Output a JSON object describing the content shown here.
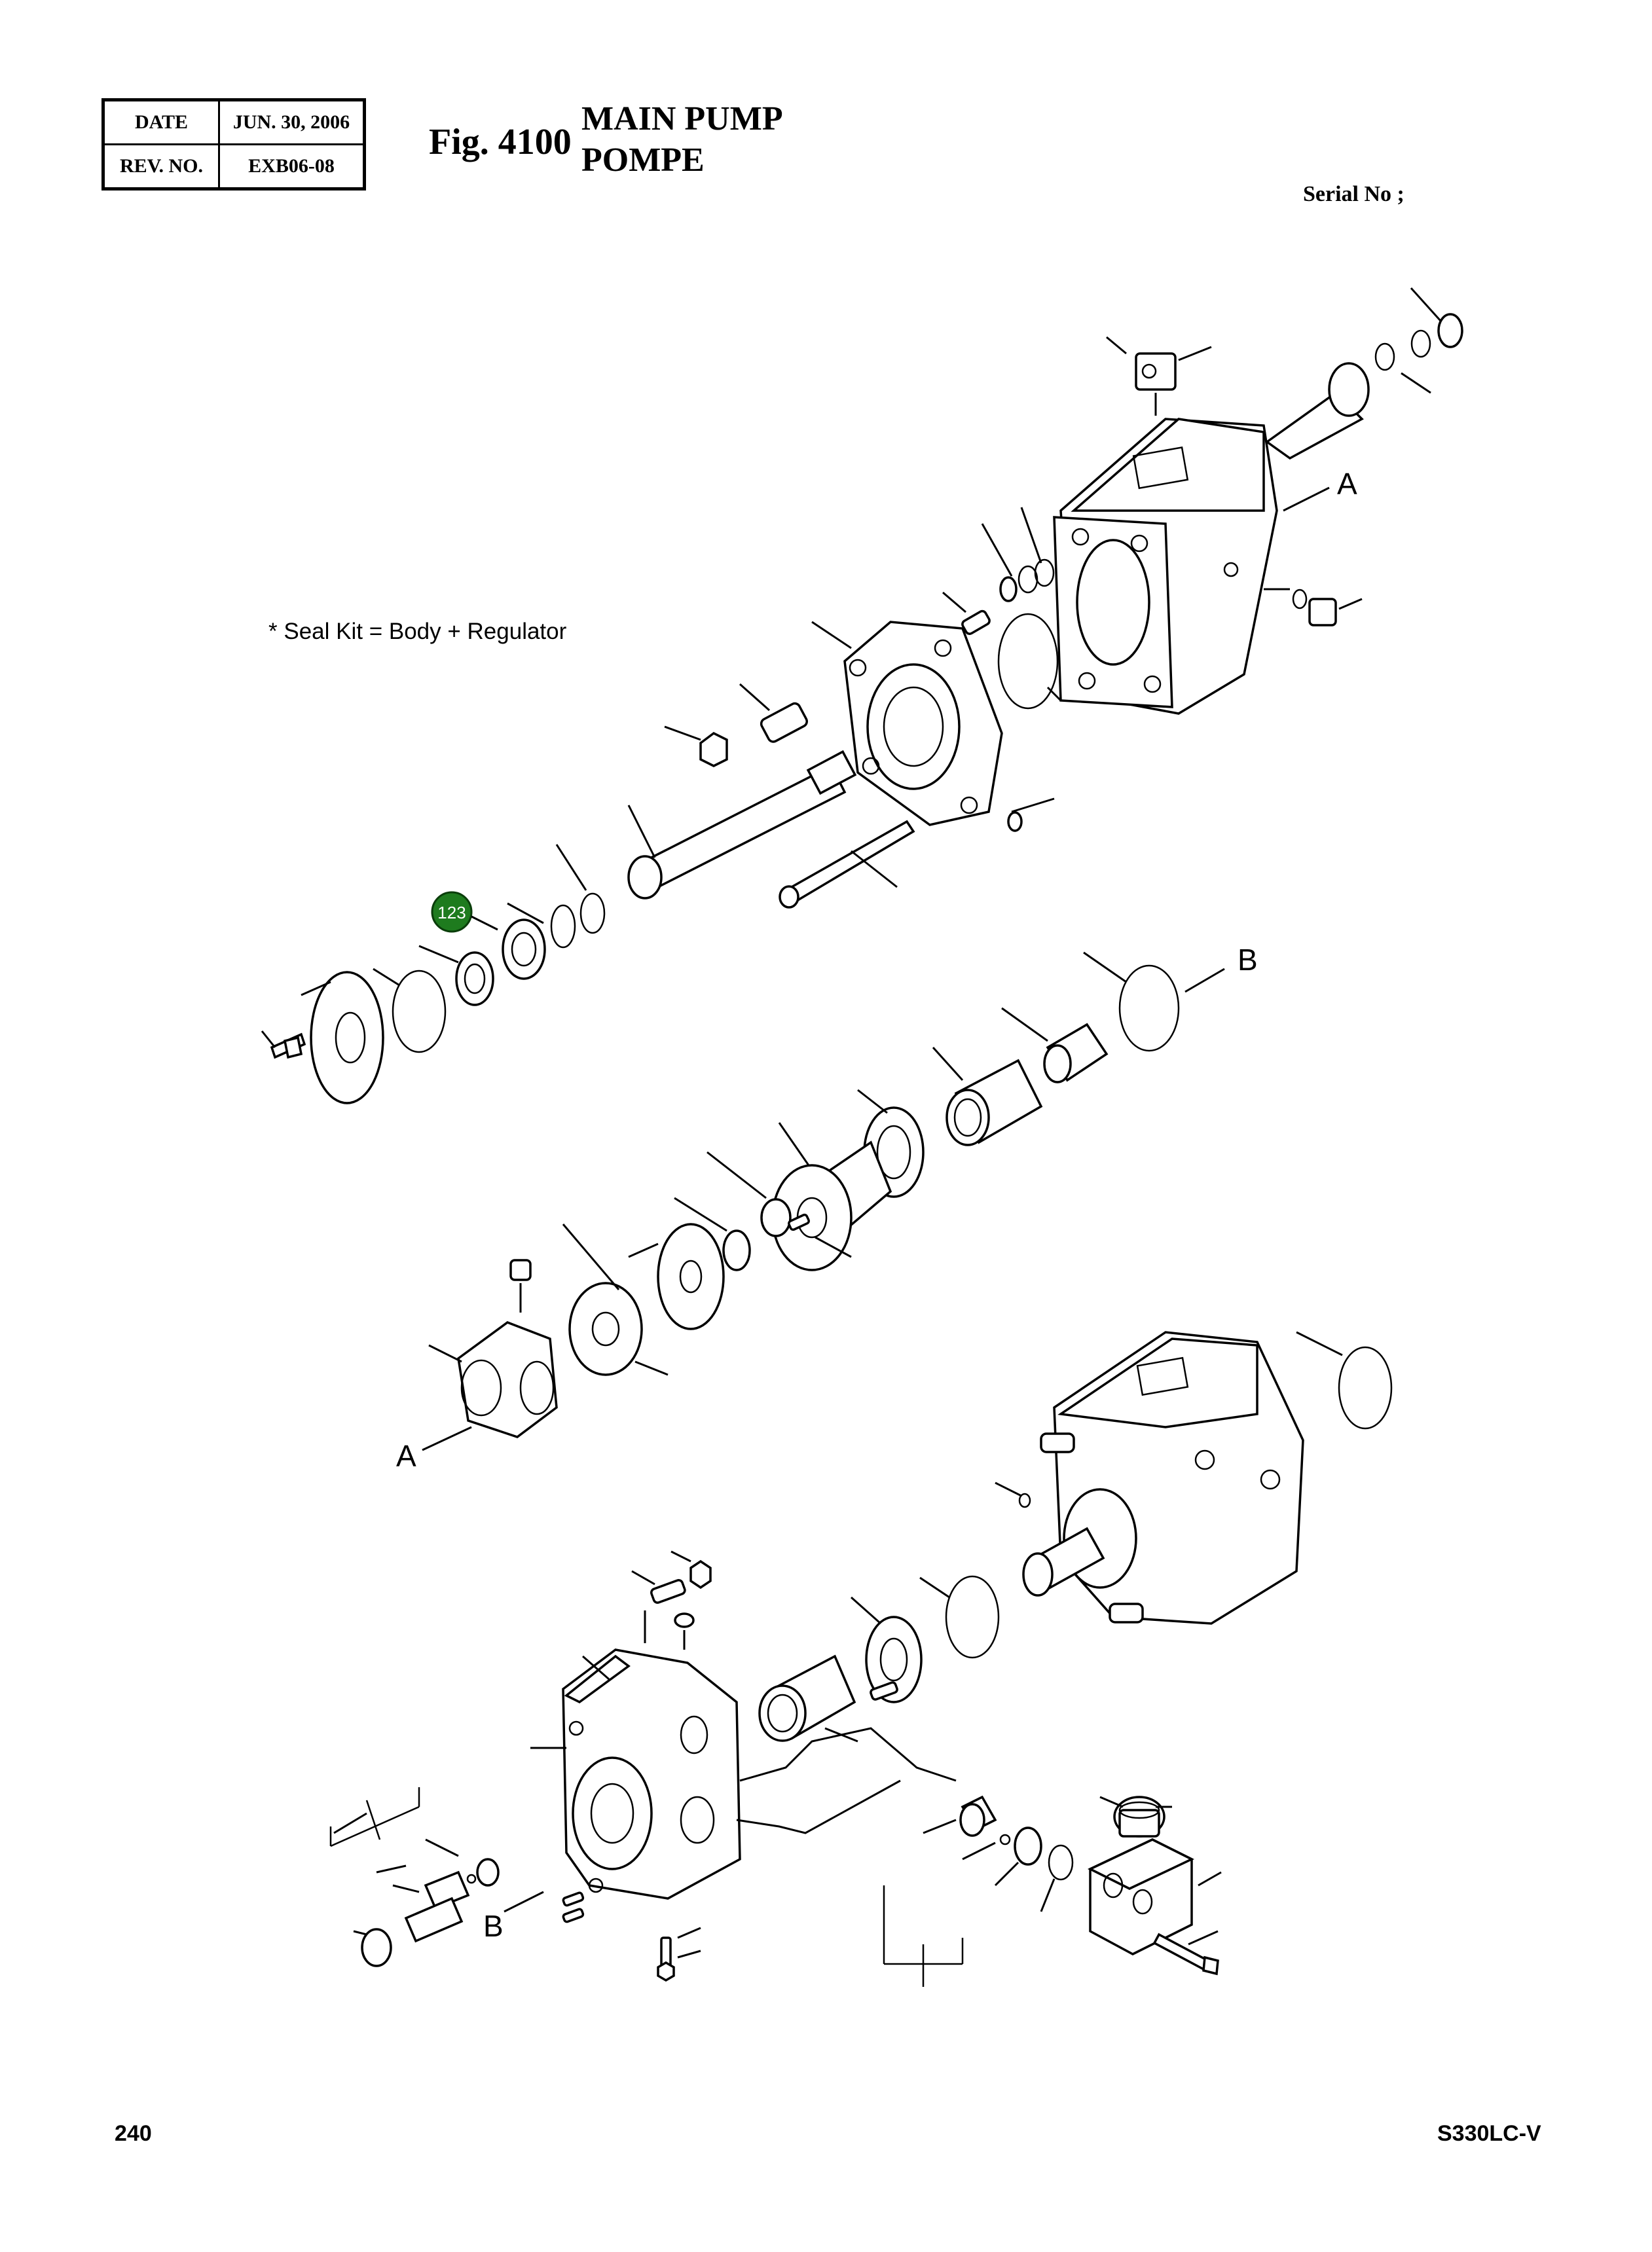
{
  "header": {
    "date_label": "DATE",
    "date_value": "JUN. 30, 2006",
    "rev_label": "REV. NO.",
    "rev_value": "EXB06-08"
  },
  "figure": {
    "number": "Fig. 4100",
    "title_en": "MAIN PUMP",
    "title_fr": "POMPE",
    "serial_label": "Serial No ;"
  },
  "note": "* Seal Kit = Body + Regulator",
  "callouts": {
    "a_top": "A",
    "b_right": "B",
    "a_left": "A",
    "b_bottom": "B"
  },
  "highlight": {
    "number": "123",
    "color": "#1e7b1e"
  },
  "footer": {
    "page": "240",
    "model": "S330LC-V"
  }
}
